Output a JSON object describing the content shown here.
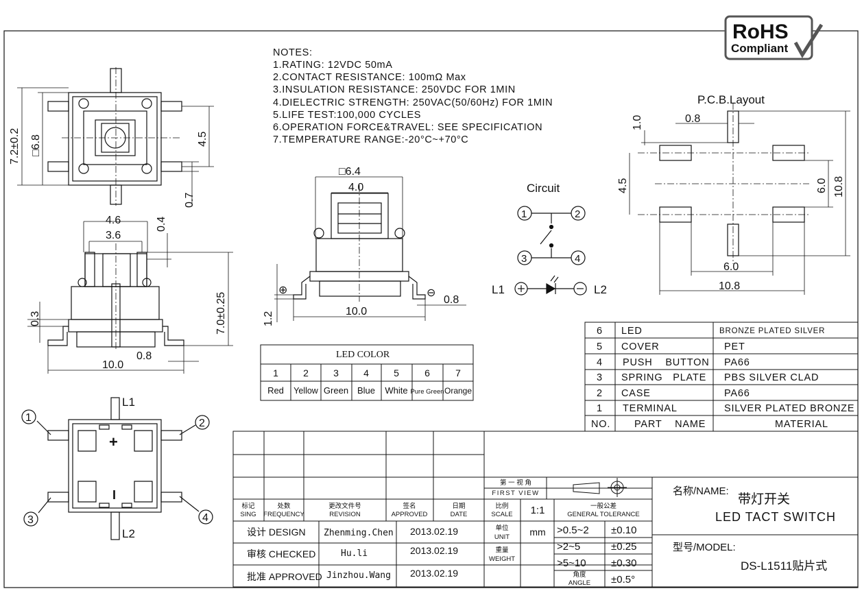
{
  "logo": {
    "line1": "RoHS",
    "line2": "Compliant"
  },
  "notes": {
    "title": "NOTES:",
    "items": [
      "1.RATING: 12VDC 50mA",
      "2.CONTACT RESISTANCE: 100mΩ Max",
      "3.INSULATION RESISTANCE: 250VDC FOR 1MIN",
      "4.DIELECTRIC STRENGTH: 250VAC(50/60Hz) FOR 1MIN",
      "5.LIFE TEST:100,000 CYCLES",
      "6.OPERATION FORCE&TRAVEL: SEE SPECIFICATION",
      "7.TEMPERATURE RANGE:-20°C~+70°C"
    ]
  },
  "top_view": {
    "dim_outer": "7.2±0.2",
    "dim_body": "□6.8",
    "dim_pitch": "4.5",
    "dim_lead": "0.7"
  },
  "side_view": {
    "dim_w1": "4.6",
    "dim_w2": "3.6",
    "dim_cap": "0.4",
    "dim_h": "7.0±0.25",
    "dim_base": "0.3",
    "dim_len": "10.0",
    "dim_lead": "0.8"
  },
  "front_view": {
    "dim_top": "□6.4",
    "dim_mid": "4.0",
    "dim_len": "10.0",
    "dim_lead": "0.8",
    "dim_h": "1.2",
    "sym_plus": "⊕",
    "sym_minus": "⊖"
  },
  "bottom_view": {
    "l1": "L1",
    "l2": "L2",
    "p1": "1",
    "p2": "2",
    "p3": "3",
    "p4": "4",
    "plus": "+",
    "minus": "I"
  },
  "circuit": {
    "title": "Circuit",
    "p1": "1",
    "p2": "2",
    "p3": "3",
    "p4": "4",
    "l1": "L1",
    "l2": "L2"
  },
  "pcb": {
    "title": "P.C.B.Layout",
    "d1": "0.8",
    "d2": "1.0",
    "d3": "4.5",
    "d4": "6.0",
    "d5": "10.8",
    "d6": "6.0",
    "d7": "10.8"
  },
  "led_color": {
    "title": "LED COLOR",
    "numbers": [
      "1",
      "2",
      "3",
      "4",
      "5",
      "6",
      "7"
    ],
    "names": [
      "Red",
      "Yellow",
      "Green",
      "Blue",
      "White",
      "Pure Green",
      "Orange"
    ]
  },
  "bom": {
    "rows": [
      {
        "no": "6",
        "part": "LED",
        "material": "BRONZE PLATED SILVER"
      },
      {
        "no": "5",
        "part": "COVER",
        "material": "PET"
      },
      {
        "no": "4",
        "part": "PUSH BUTTON",
        "material": "PA66"
      },
      {
        "no": "3",
        "part": "SPRING PLATE",
        "material": "PBS SILVER CLAD"
      },
      {
        "no": "2",
        "part": "CASE",
        "material": "PA66"
      },
      {
        "no": "1",
        "part": "TERMINAL",
        "material": "SILVER PLATED BRONZE"
      }
    ],
    "header": {
      "no": "NO.",
      "part": "PART NAME",
      "material": "MATERIAL"
    }
  },
  "title_block": {
    "rev_headers": [
      {
        "cn": "标记",
        "en": "SING"
      },
      {
        "cn": "处数",
        "en": "FREQUENCY"
      },
      {
        "cn": "更改文件号",
        "en": "REVISION"
      },
      {
        "cn": "签名",
        "en": "APPROVED"
      },
      {
        "cn": "日期",
        "en": "DATE"
      }
    ],
    "sign_rows": [
      {
        "role": "设计 DESIGN",
        "name": "Zhenming.Chen",
        "date": "2013.02.19"
      },
      {
        "role": "审核 CHECKED",
        "name": "Hu.li",
        "date": "2013.02.19"
      },
      {
        "role": "批准 APPROVED",
        "name": "Jinzhou.Wang",
        "date": "2013.02.19"
      }
    ],
    "projection_cn": "第 一 视 角",
    "projection_en": "FIRST VIEW",
    "scale_cn": "比例",
    "scale_en": "SCALE",
    "scale_val": "1:1",
    "unit_cn": "单位",
    "unit_en": "UNIT",
    "unit_val": "mm",
    "weight_cn": "重量",
    "weight_en": "WEIGHT",
    "tol_cn": "一般公差",
    "tol_en": "GENERAL TOLERANCE",
    "tolerances": [
      {
        "range": ">0.5~2",
        "tol": "±0.10"
      },
      {
        "range": ">2~5",
        "tol": "±0.25"
      },
      {
        "range": ">5~10",
        "tol": "±0.30"
      }
    ],
    "angle_cn": "角度",
    "angle_en": "ANGLE",
    "angle_tol": "±0.5°",
    "name_label": "名称/NAME:",
    "name_cn": "带灯开关",
    "name_en": "LED TACT SWITCH",
    "model_label": "型号/MODEL:",
    "model_val": "DS-L1511贴片式"
  }
}
